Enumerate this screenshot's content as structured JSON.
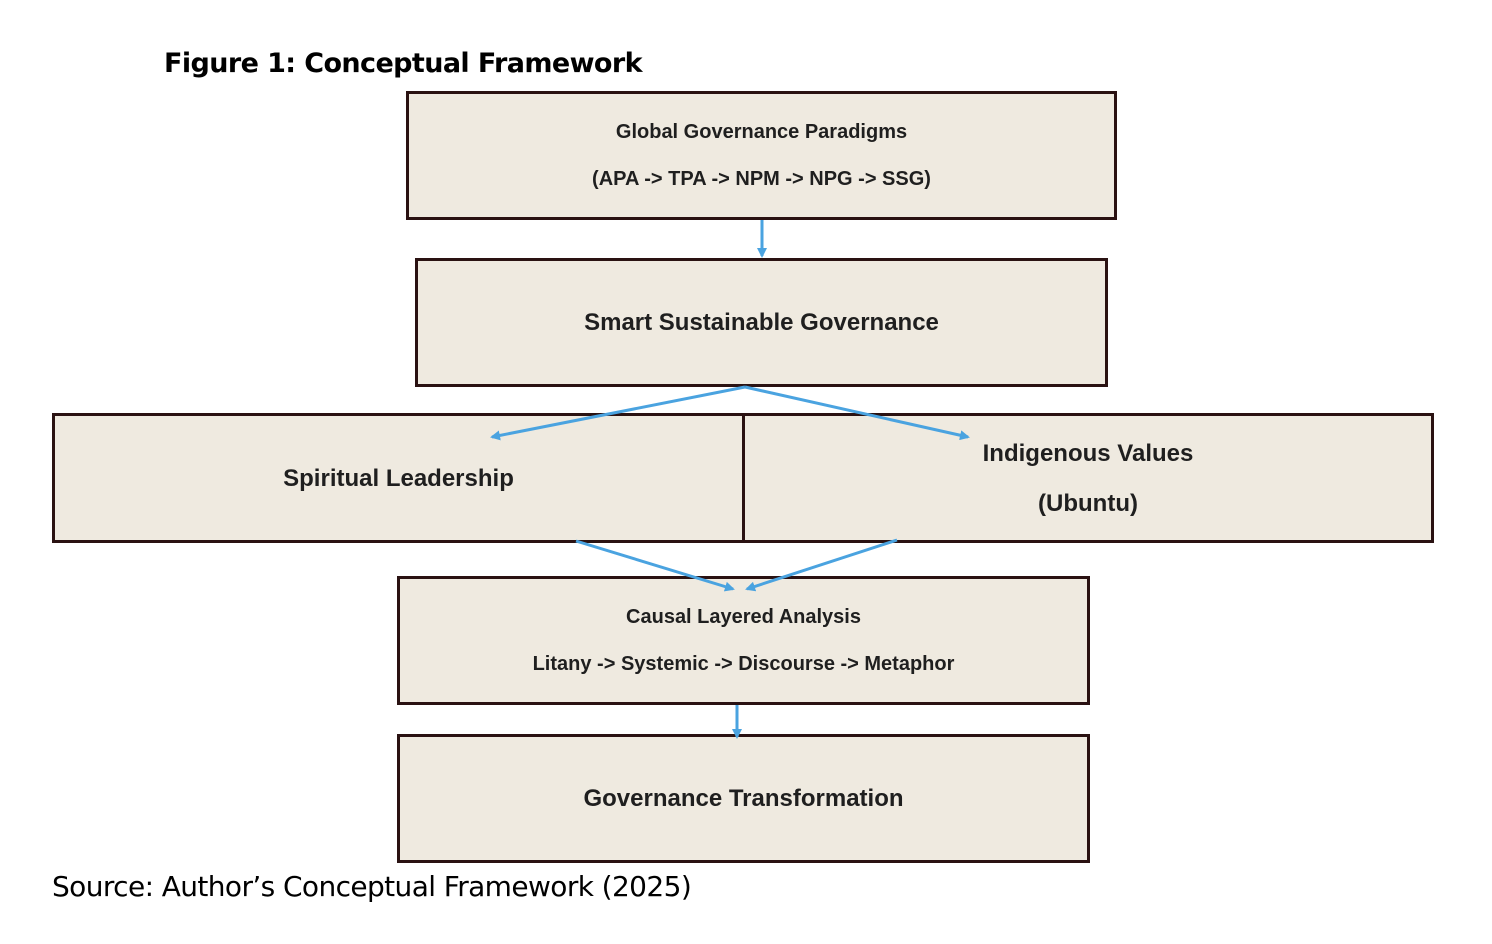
{
  "figure": {
    "title": "Figure 1: Conceptual Framework",
    "source": "Source: Author’s Conceptual Framework (2025)"
  },
  "boxes": {
    "global": {
      "line1": "Global Governance Paradigms",
      "line2": "(APA -> TPA -> NPM -> NPG -> SSG)"
    },
    "smart": {
      "line1": "Smart Sustainable Governance"
    },
    "spiritual": {
      "line1": "Spiritual Leadership"
    },
    "indigenous": {
      "line1": "Indigenous Values",
      "line2": "(Ubuntu)"
    },
    "cla": {
      "line1": "Causal Layered Analysis",
      "line2": "Litany -> Systemic -> Discourse -> Metaphor"
    },
    "transform": {
      "line1": "Governance Transformation"
    }
  },
  "colors": {
    "box_fill": "#efeae0",
    "box_border": "#2a1212",
    "arrow": "#4aa3e0"
  }
}
